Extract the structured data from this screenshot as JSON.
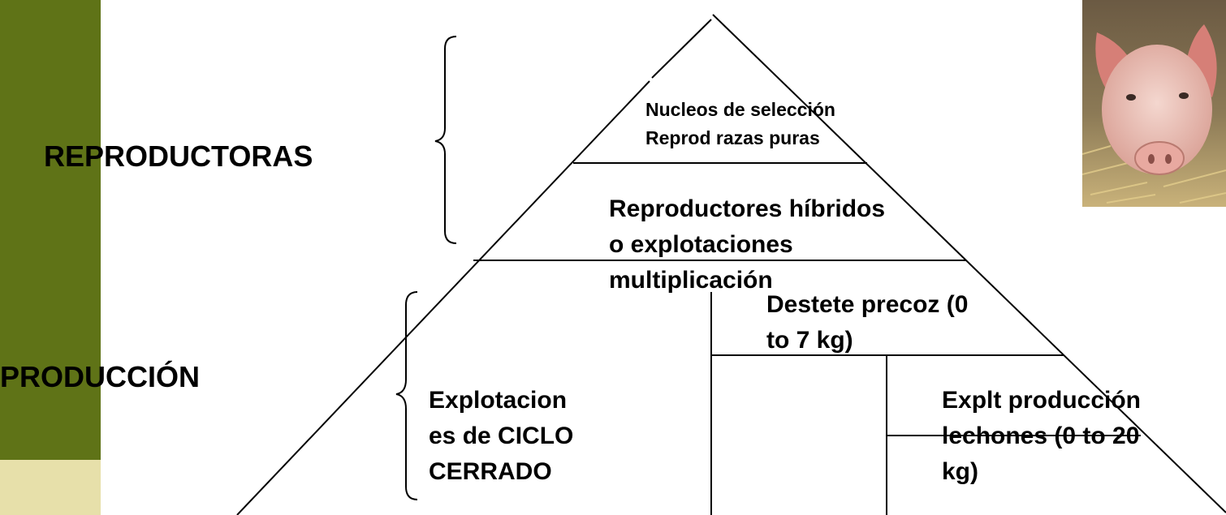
{
  "sections": {
    "reproductoras": "REPRODUCTORAS",
    "produccion": "PRODUCCIÓN"
  },
  "pyramid": {
    "nucleos_line1": "Nucleos de selección",
    "nucleos_line2": "Reprod razas puras",
    "hibridos_line1": "Reproductores híbridos",
    "hibridos_line2": "o explotaciones",
    "hibridos_line3": "multiplicación",
    "destete_line1": "Destete precoz (0",
    "destete_line2": "to 7 kg)",
    "ciclo_line1": "Explotacion",
    "ciclo_line2": "es de CICLO",
    "ciclo_line3": "CERRADO",
    "lechones_line1": "Explt producción",
    "lechones_line2": "lechones (0 to 20",
    "lechones_line3": "kg)"
  },
  "colors": {
    "sidebar_dark": "#5f7317",
    "sidebar_light": "#e7e0aa"
  },
  "image": {
    "icon": "pig-photo"
  }
}
